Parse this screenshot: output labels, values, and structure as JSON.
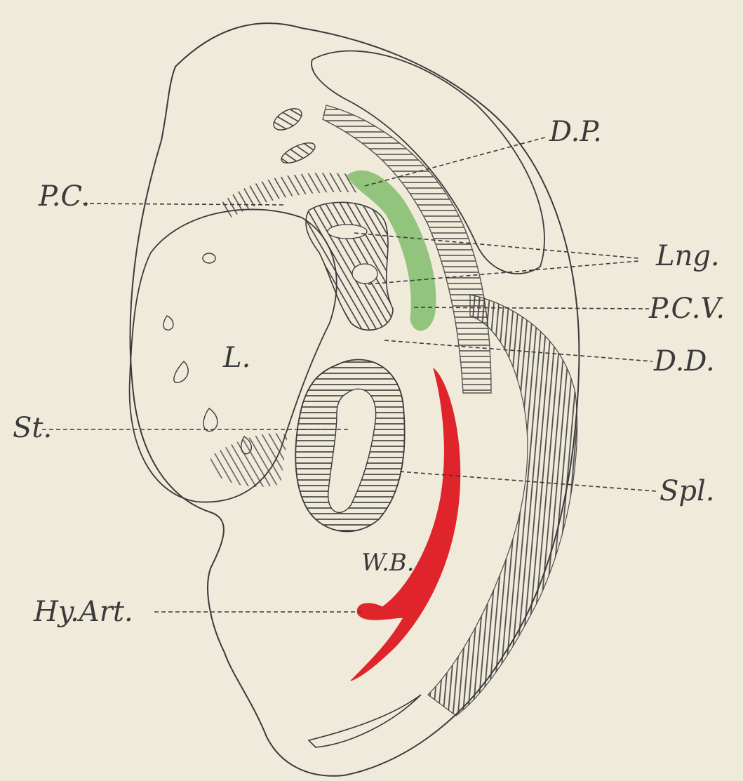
{
  "labels": {
    "dp": "D.P.",
    "pc": "P.C.",
    "lng": "Lng.",
    "pcv": "P.C.V.",
    "dd": "D.D.",
    "l": "L.",
    "st": "St.",
    "spl": "Spl.",
    "wb": "W.B.",
    "hyart": "Hy.Art."
  },
  "colors": {
    "paper": "#f0eadb",
    "ink": "#3a3a3a",
    "green_vessel": "#93c47d",
    "red_vessel": "#e0242c"
  }
}
